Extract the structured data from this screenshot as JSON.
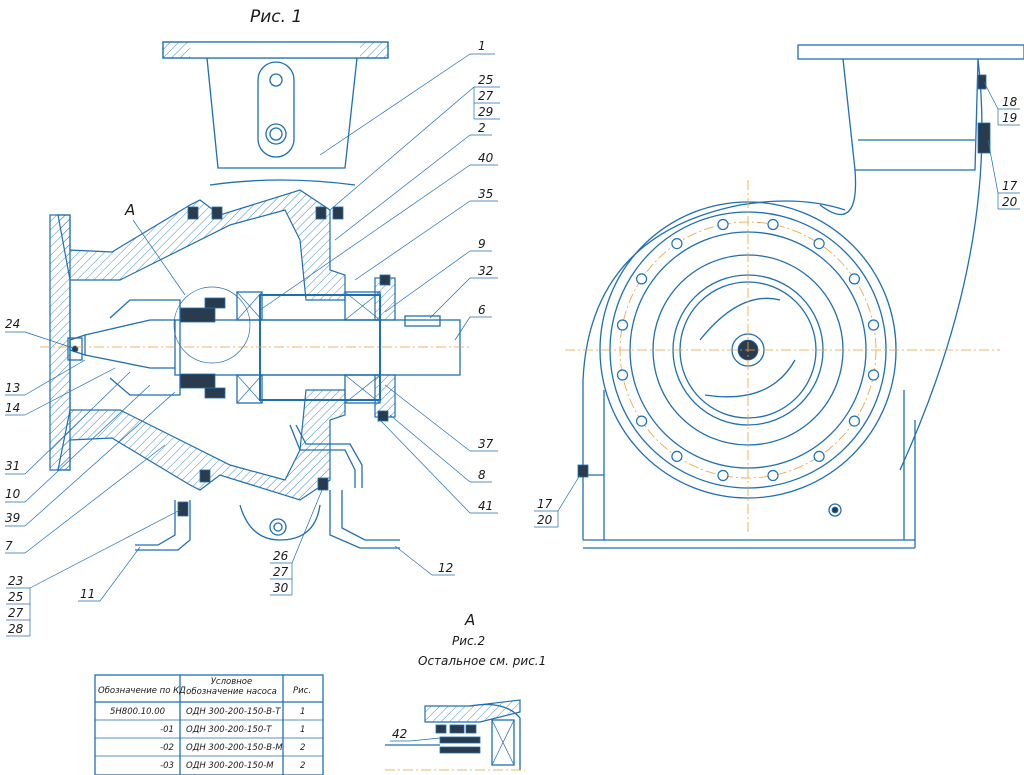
{
  "fig1_title": "Рис. 1",
  "view_a_letter": "A",
  "section_a_label": "А",
  "fig2": {
    "letter": "А",
    "title": "Рис.2",
    "note": "Остальное см. рис.1"
  },
  "left_callouts": [
    "24",
    "13",
    "14",
    "31",
    "10",
    "39",
    "7"
  ],
  "bottom_left_callouts": [
    "23",
    "25",
    "27",
    "28"
  ],
  "callout_11": "11",
  "callout_12": "12",
  "bottom_stack": [
    "26",
    "27",
    "30"
  ],
  "right_callouts": [
    "1",
    "25",
    "27",
    "29",
    "2",
    "40",
    "35",
    "9",
    "32",
    "6",
    "37",
    "8",
    "41"
  ],
  "view2_callouts": {
    "a": [
      "18",
      "19"
    ],
    "b": [
      "17",
      "20"
    ],
    "c": [
      "17",
      "20"
    ]
  },
  "callout_42": "42",
  "table": {
    "headers": [
      "Обозначение по КД",
      "Условное обозначение насоса",
      "Рис."
    ],
    "rows": [
      [
        "5Н800.10.00",
        "ОДН 300-200-150-В-Т",
        "1"
      ],
      [
        "-01",
        "ОДН 300-200-150-Т",
        "1"
      ],
      [
        "-02",
        "ОДН 300-200-150-В-М",
        "2"
      ],
      [
        "-03",
        "ОДН 300-200-150-М",
        "2"
      ]
    ]
  }
}
